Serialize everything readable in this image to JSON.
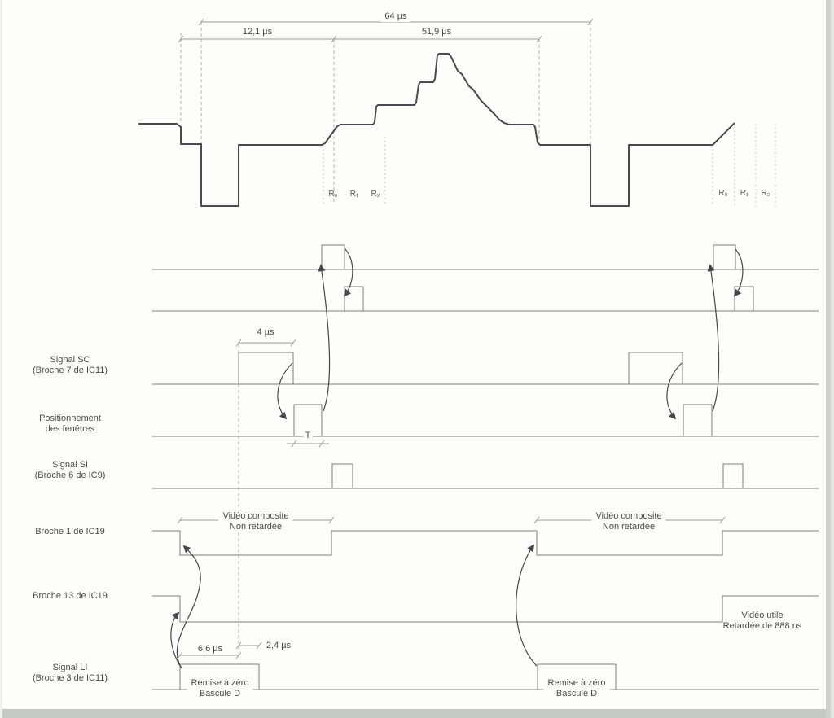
{
  "diagram": {
    "title_hint": "Chronogramme vidéo",
    "top": {
      "dim_total": "64 µs",
      "dim_front": "12,1 µs",
      "dim_active": "51,9 µs",
      "r_left": [
        "R₀",
        "R₁",
        "R₂"
      ],
      "r_right": [
        "R₀",
        "R₁",
        "R₂"
      ]
    },
    "signals": [
      {
        "id": "sc",
        "label1": "Signal SC",
        "label2": "(Broche 7 de IC11)"
      },
      {
        "id": "fenetres",
        "label1": "Positionnement",
        "label2": "des fenêtres"
      },
      {
        "id": "si",
        "label1": "Signal SI",
        "label2": "(Broche 6 de IC9)"
      },
      {
        "id": "broche1",
        "label1": "Broche 1 de IC19",
        "label2": ""
      },
      {
        "id": "broche13",
        "label1": "Broche 13 de IC19",
        "label2": ""
      },
      {
        "id": "li",
        "label1": "Signal LI",
        "label2": "(Broche 3 de IC11)"
      }
    ],
    "annotations": {
      "sc_width": "4 µs",
      "window_width": "T",
      "video_composite_line1": "Vidéo composite",
      "video_composite_line2": "Non retardée",
      "video_utile_line1": "Vidéo utile",
      "video_utile_line2": "Retardée de 888 ns",
      "li_width": "6,6 µs",
      "li_delay": "2,4 µs",
      "reset_line1": "Remise à zéro",
      "reset_line2": "Bascule D"
    },
    "colors": {
      "waveform": "#4a4a50",
      "thin_line": "#7d7d7d",
      "dimension": "#9a9a9a",
      "dashed": "#b2b2b5",
      "text": "#4a4a4a",
      "scan_edge": "#c6c8c4"
    }
  }
}
